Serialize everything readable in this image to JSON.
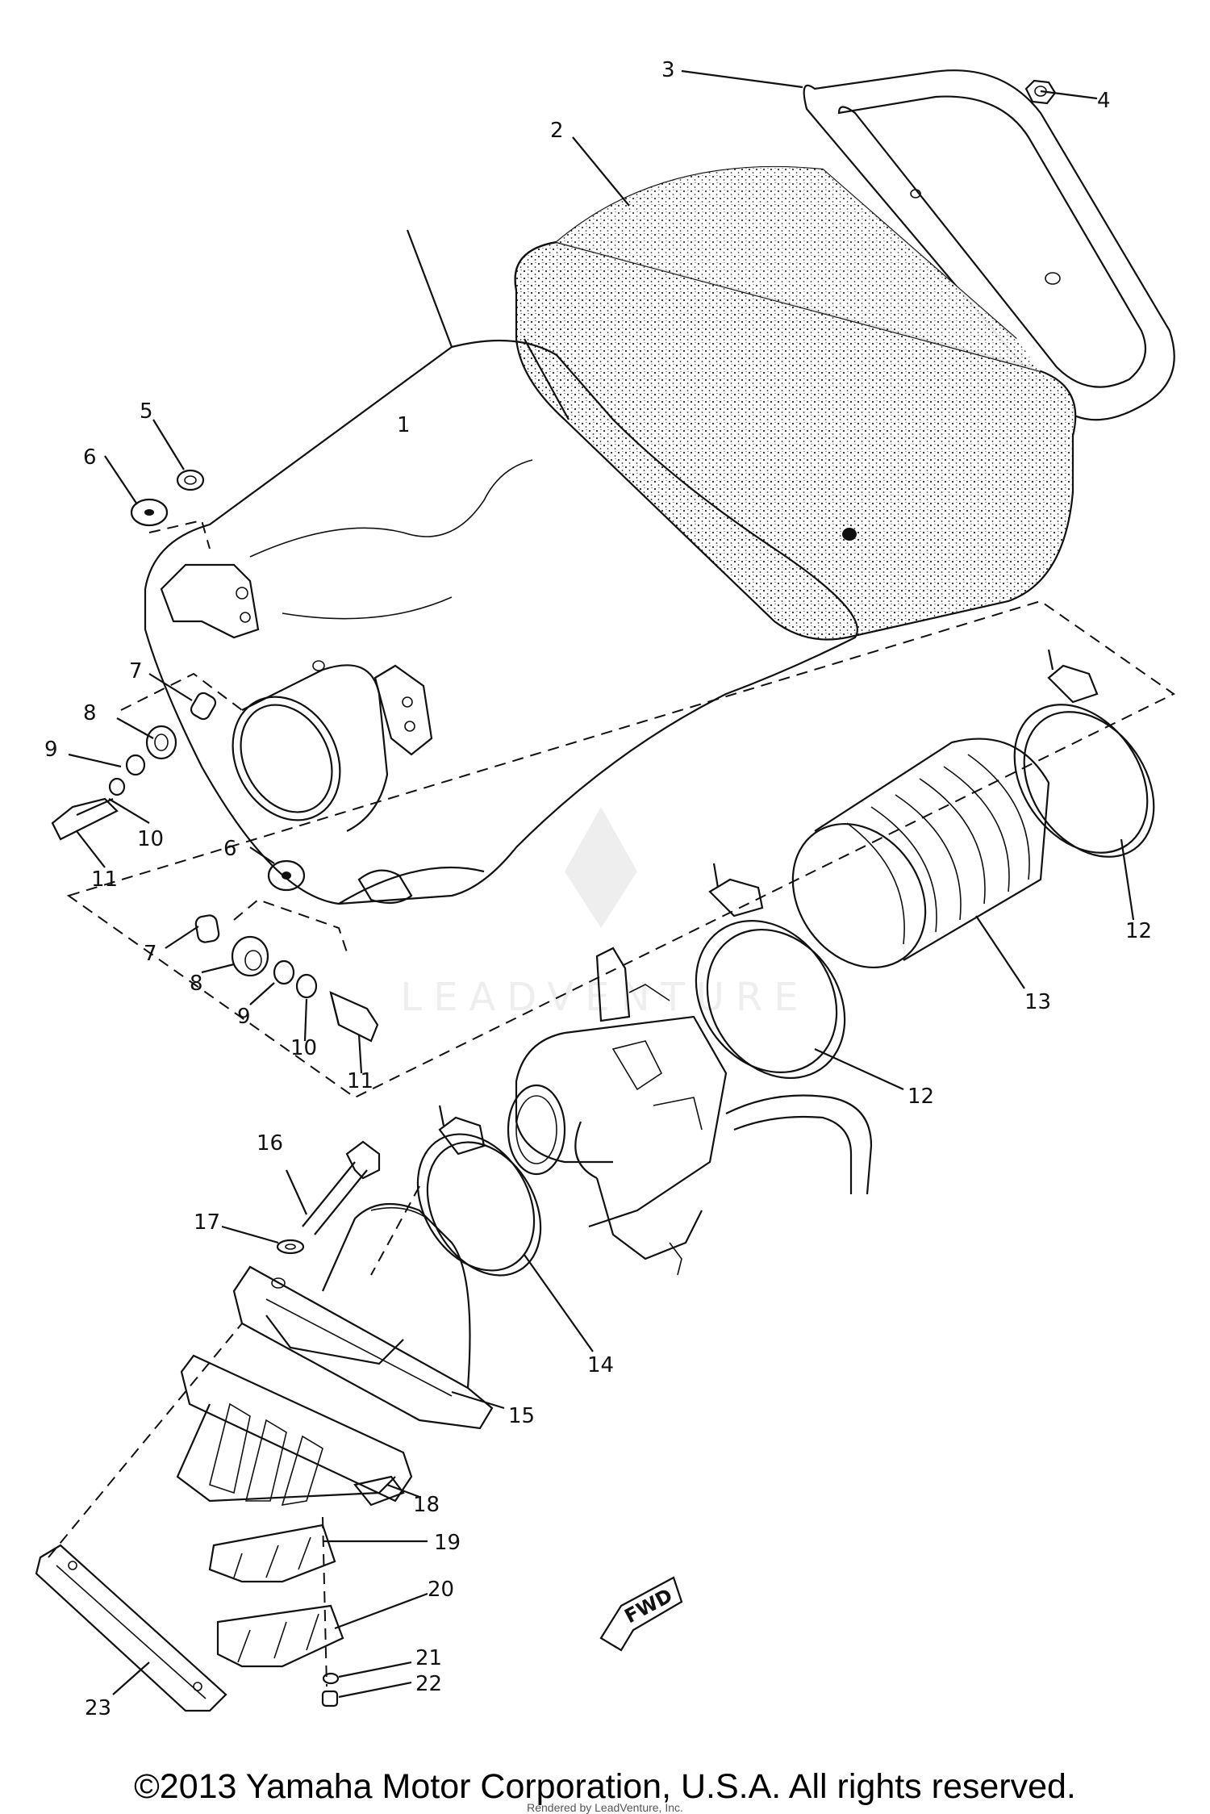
{
  "diagram": {
    "callouts": [
      "1",
      "2",
      "3",
      "4",
      "5",
      "6",
      "7",
      "8",
      "9",
      "10",
      "11",
      "12",
      "13",
      "14",
      "15",
      "16",
      "17",
      "18",
      "19",
      "20",
      "21",
      "22",
      "23"
    ],
    "fwd_marker": "FWD",
    "watermark": "LEADVENTURE"
  },
  "footer": {
    "copyright": "©2013 Yamaha Motor Corporation, U.S.A. All rights reserved.",
    "rendered_by": "Rendered by LeadVenture, Inc."
  }
}
